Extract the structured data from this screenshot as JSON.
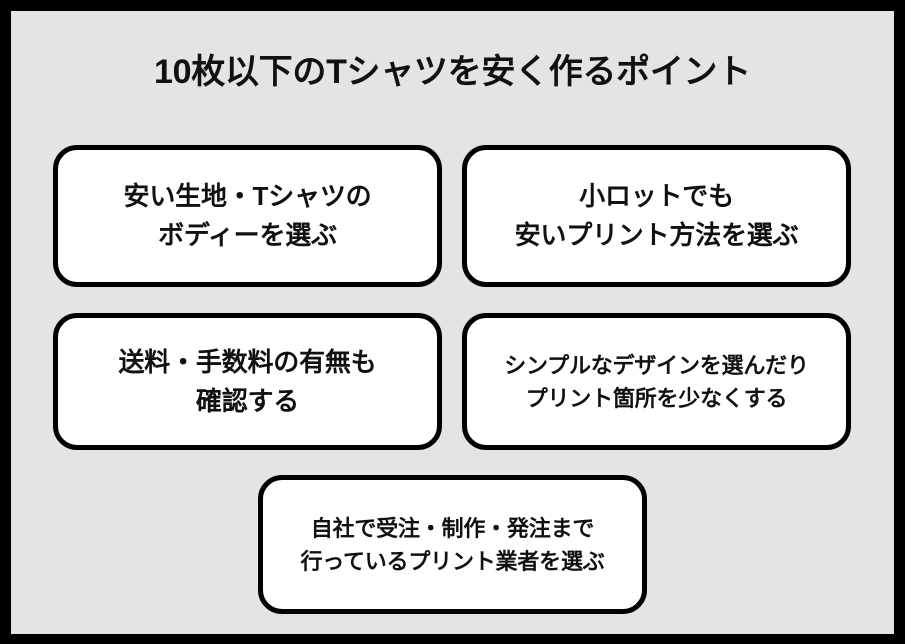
{
  "frame": {
    "border_color": "#000000",
    "background_color": "#e4e4e4",
    "card_background": "#ffffff",
    "card_border_color": "#000000",
    "text_color": "#111111"
  },
  "header": {
    "title": "10枚以下のTシャツを安く作るポイント"
  },
  "points": [
    {
      "id": "card-1",
      "label": "安い生地・Tシャツのボディーを選ぶ",
      "text": "安い生地・Tシャツの\nボディーを選ぶ"
    },
    {
      "id": "card-2",
      "label": "小ロットでも安いプリント方法を選ぶ",
      "text": "小ロットでも\n安いプリント方法を選ぶ"
    },
    {
      "id": "card-3",
      "label": "送料・手数料の有無も確認する",
      "text": "送料・手数料の有無も\n確認する"
    },
    {
      "id": "card-4",
      "label": "シンプルなデザインを選んだりプリント箇所を少なくする",
      "text": "シンプルなデザインを選んだり\nプリント箇所を少なくする"
    },
    {
      "id": "card-5",
      "label": "自社で受注・制作・発注まで行っているプリント業者を選ぶ",
      "text": "自社で受注・制作・発注まで\n行っているプリント業者を選ぶ"
    }
  ]
}
